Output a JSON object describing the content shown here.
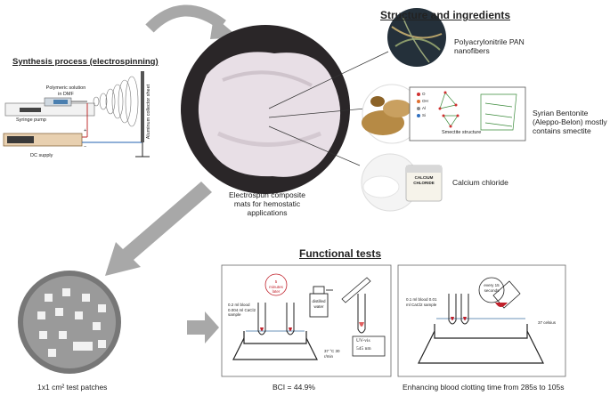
{
  "titles": {
    "synthesis": "Synthesis process (electrospinning)",
    "structure": "Structure and ingredients",
    "functional": "Functional tests"
  },
  "synthesis": {
    "polymeric_solution": "Polymeric solution in DMF",
    "syringe_pump": "Syringe pump",
    "dc_supply": "DC supply",
    "collector": "Aluminum collector sheet",
    "plus": "+",
    "minus": "−"
  },
  "center": {
    "caption": "Electrospun composite mats for hemostatic applications"
  },
  "ingredients": {
    "pan": "Polyacrylonitrile PAN nanofibers",
    "bentonite": "Syrian Bentonite (Aleppo-Belon) mostly contains smectite",
    "smectite_label": "Smectite structure",
    "legend": [
      "O",
      "OH",
      "Al",
      "Si"
    ],
    "calcium": "Calcium chloride",
    "jar_label": "CALCIUM CHLORIDE"
  },
  "patches": {
    "caption": "1x1 cm² test patches"
  },
  "bci": {
    "caption": "BCI = 44.9%",
    "blood_note": "0.2 ml blood 0.004 ml CaCl2 sample",
    "minutes_note": "5 minutes later",
    "water_label": "distilled water",
    "shaker_note": "37 °C 30 r/min",
    "uv_label": "UV-vis",
    "wavelength": "545 nm"
  },
  "clotting": {
    "caption": "Enhancing blood clotting time from 285s to 105s",
    "blood_note": "0.1 ml blood 0.01 ml CaCl2 sample",
    "every_note": "every 15 seconds",
    "temp_note": "37 celsius"
  },
  "colors": {
    "arrow": "#a8a8a8",
    "mat_bg": "#2a2628",
    "mat": "#e8dfe6",
    "red": "#c0202a"
  }
}
